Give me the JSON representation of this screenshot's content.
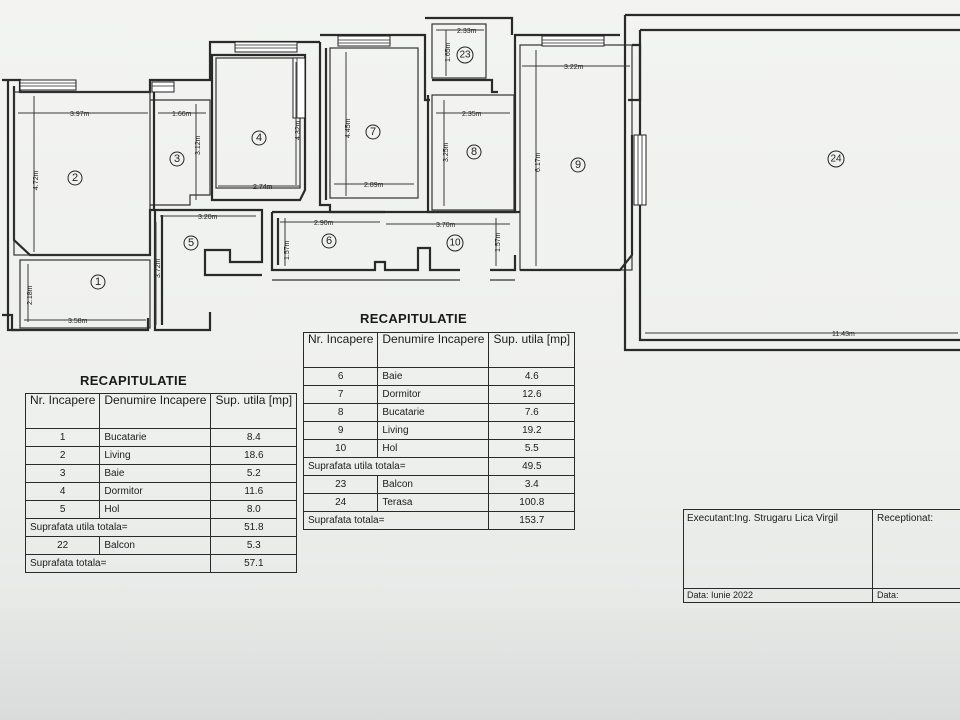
{
  "plan": {
    "rooms": [
      {
        "id": "1",
        "label": "1"
      },
      {
        "id": "2",
        "label": "2"
      },
      {
        "id": "3",
        "label": "3"
      },
      {
        "id": "4",
        "label": "4"
      },
      {
        "id": "5",
        "label": "5"
      },
      {
        "id": "6",
        "label": "6"
      },
      {
        "id": "7",
        "label": "7"
      },
      {
        "id": "8",
        "label": "8"
      },
      {
        "id": "9",
        "label": "9"
      },
      {
        "id": "10",
        "label": "10"
      },
      {
        "id": "23",
        "label": "23"
      },
      {
        "id": "24",
        "label": "24"
      }
    ],
    "dimensions": {
      "d_397": "3.97m",
      "d_472": "4.72m",
      "d_166": "1.66m",
      "d_312": "3.12m",
      "d_432": "4.32m",
      "d_274": "2.74m",
      "d_320": "3.20m",
      "d_372": "3.72m",
      "d_218": "2.18m",
      "d_358": "3.58m",
      "d_445": "4.45m",
      "d_289": "2.89m",
      "d_290": "2.90m",
      "d_157a": "1.57m",
      "d_233": "2.33m",
      "d_165": "1.65m",
      "d_235": "2.35m",
      "d_325": "3.25m",
      "d_370": "3.70m",
      "d_157b": "1.57m",
      "d_322": "3.22m",
      "d_617": "6.17m",
      "d_1143": "11.43m"
    }
  },
  "table_left": {
    "title": "RECAPITULATIE",
    "headers": [
      "Nr. Incapere",
      "Denumire Incapere",
      "Sup. utila [mp]"
    ],
    "rows": [
      [
        "1",
        "Bucatarie",
        "8.4"
      ],
      [
        "2",
        "Living",
        "18.6"
      ],
      [
        "3",
        "Baie",
        "5.2"
      ],
      [
        "4",
        "Dormitor",
        "11.6"
      ],
      [
        "5",
        "Hol",
        "8.0"
      ]
    ],
    "subtotal_label": "Suprafata utila totala=",
    "subtotal_value": "51.8",
    "extra_rows": [
      [
        "22",
        "Balcon",
        "5.3"
      ]
    ],
    "total_label": "Suprafata totala=",
    "total_value": "57.1"
  },
  "table_right": {
    "title": "RECAPITULATIE",
    "headers": [
      "Nr. Incapere",
      "Denumire Incapere",
      "Sup. utila [mp]"
    ],
    "rows": [
      [
        "6",
        "Baie",
        "4.6"
      ],
      [
        "7",
        "Dormitor",
        "12.6"
      ],
      [
        "8",
        "Bucatarie",
        "7.6"
      ],
      [
        "9",
        "Living",
        "19.2"
      ],
      [
        "10",
        "Hol",
        "5.5"
      ]
    ],
    "subtotal_label": "Suprafata utila totala=",
    "subtotal_value": "49.5",
    "extra_rows": [
      [
        "23",
        "Balcon",
        "3.4"
      ],
      [
        "24",
        "Terasa",
        "100.8"
      ]
    ],
    "total_label": "Suprafata totala=",
    "total_value": "153.7"
  },
  "info_box": {
    "executant": "Executant:Ing. Strugaru Lica Virgil",
    "receptionat": "Receptionat:",
    "data_left": "Data: Iunie 2022",
    "data_right": "Data:"
  }
}
